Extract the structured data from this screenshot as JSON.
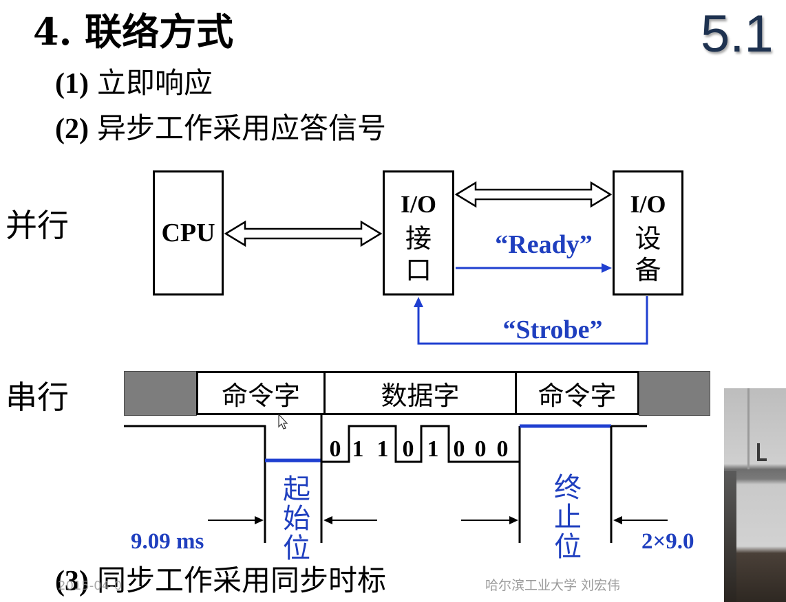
{
  "slide": {
    "title": "4. 联络方式",
    "section_number": "5.1",
    "items": [
      {
        "num": "(1)",
        "text": "立即响应"
      },
      {
        "num": "(2)",
        "text": "异步工作采用应答信号"
      },
      {
        "num": "(3)",
        "text": "同步工作采用同步时标"
      }
    ],
    "watermark_date": "2015-04-0",
    "credit": "哈尔滨工业大学  刘宏伟"
  },
  "parallel": {
    "label": "并行",
    "cpu": "CPU",
    "interface": [
      "I/O",
      "接",
      "口"
    ],
    "device": [
      "I/O",
      "设",
      "备"
    ],
    "ready": "“Ready”",
    "strobe": "“Strobe”"
  },
  "serial": {
    "label": "串行",
    "frame": [
      "命令字",
      "数据字",
      "命令字"
    ],
    "bits": [
      "0",
      "1",
      "1",
      "0",
      "1",
      "0",
      "0",
      "0"
    ],
    "start_bit": "起始位",
    "stop_bit": "终止位",
    "start_duration": "9.09 ms",
    "stop_duration": "2×9.0"
  },
  "colors": {
    "signal_blue": "#1f3fbf",
    "section_navy": "#1e3250",
    "frame_gray": "#7d7d7d",
    "text": "#000000"
  },
  "icons": [
    "mouse-cursor-icon",
    "double-arrow-icon",
    "arrow-icon"
  ]
}
